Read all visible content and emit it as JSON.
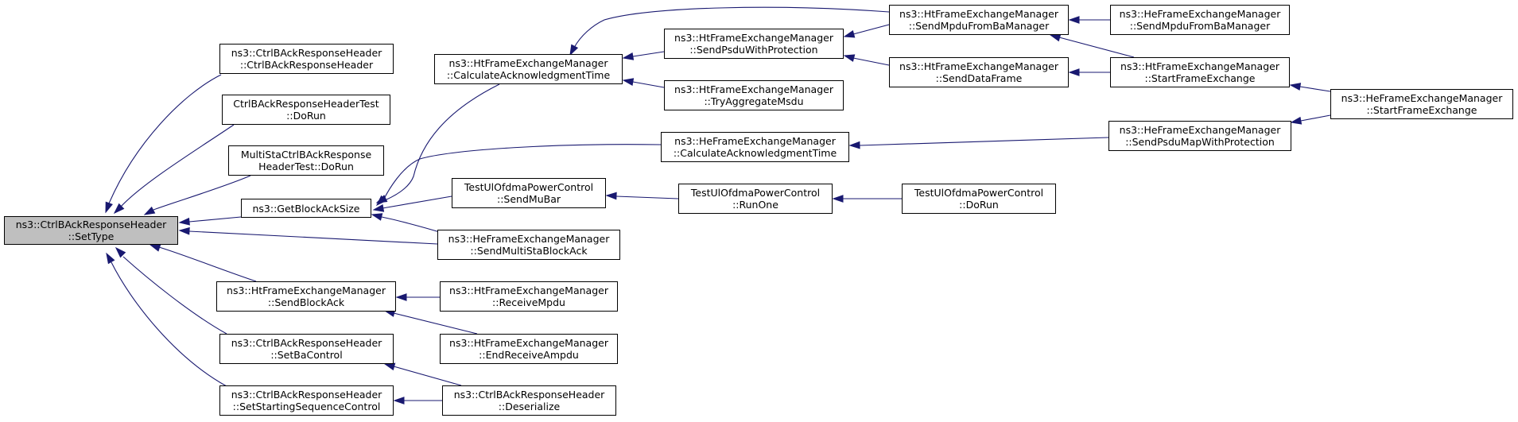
{
  "colors": {
    "edge": "#191970",
    "root_fill": "#bfbfbf",
    "node_fill": "#ffffff",
    "border": "#000000"
  },
  "nodes": {
    "root": {
      "line1": "ns3::CtrlBAckResponseHeader",
      "line2": "::SetType"
    },
    "ctor": {
      "line1": "ns3::CtrlBAckResponseHeader",
      "line2": "::CtrlBAckResponseHeader"
    },
    "test_dorun": {
      "line1": "CtrlBAckResponseHeaderTest",
      "line2": "::DoRun"
    },
    "multi_dorun": {
      "line1": "MultiStaCtrlBAckResponse",
      "line2": "HeaderTest::DoRun"
    },
    "getblockacksize": {
      "line1": "ns3::GetBlockAckSize",
      "line2": ""
    },
    "ht_sendblockack": {
      "line1": "ns3::HtFrameExchangeManager",
      "line2": "::SendBlockAck"
    },
    "setbacontrol": {
      "line1": "ns3::CtrlBAckResponseHeader",
      "line2": "::SetBaControl"
    },
    "setstartseq": {
      "line1": "ns3::CtrlBAckResponseHeader",
      "line2": "::SetStartingSequenceControl"
    },
    "ht_calcack": {
      "line1": "ns3::HtFrameExchangeManager",
      "line2": "::CalculateAcknowledgmentTime"
    },
    "testul_sendmubar": {
      "line1": "TestUlOfdmaPowerControl",
      "line2": "::SendMuBar"
    },
    "he_sendmultista": {
      "line1": "ns3::HeFrameExchangeManager",
      "line2": "::SendMultiStaBlockAck"
    },
    "ht_receivempdu": {
      "line1": "ns3::HtFrameExchangeManager",
      "line2": "::ReceiveMpdu"
    },
    "ht_endreceive": {
      "line1": "ns3::HtFrameExchangeManager",
      "line2": "::EndReceiveAmpdu"
    },
    "deserialize": {
      "line1": "ns3::CtrlBAckResponseHeader",
      "line2": "::Deserialize"
    },
    "ht_sendpsdu": {
      "line1": "ns3::HtFrameExchangeManager",
      "line2": "::SendPsduWithProtection"
    },
    "ht_tryaggregate": {
      "line1": "ns3::HtFrameExchangeManager",
      "line2": "::TryAggregateMsdu"
    },
    "he_calcack": {
      "line1": "ns3::HeFrameExchangeManager",
      "line2": "::CalculateAcknowledgmentTime"
    },
    "testul_runone": {
      "line1": "TestUlOfdmaPowerControl",
      "line2": "::RunOne"
    },
    "ht_sendmpdu": {
      "line1": "ns3::HtFrameExchangeManager",
      "line2": "::SendMpduFromBaManager"
    },
    "ht_senddata": {
      "line1": "ns3::HtFrameExchangeManager",
      "line2": "::SendDataFrame"
    },
    "testul_dorun": {
      "line1": "TestUlOfdmaPowerControl",
      "line2": "::DoRun"
    },
    "he_sendmpdu": {
      "line1": "ns3::HeFrameExchangeManager",
      "line2": "::SendMpduFromBaManager"
    },
    "ht_startframe": {
      "line1": "ns3::HtFrameExchangeManager",
      "line2": "::StartFrameExchange"
    },
    "he_sendpsdumap": {
      "line1": "ns3::HeFrameExchangeManager",
      "line2": "::SendPsduMapWithProtection"
    },
    "he_startframe": {
      "line1": "ns3::HeFrameExchangeManager",
      "line2": "::StartFrameExchange"
    }
  }
}
